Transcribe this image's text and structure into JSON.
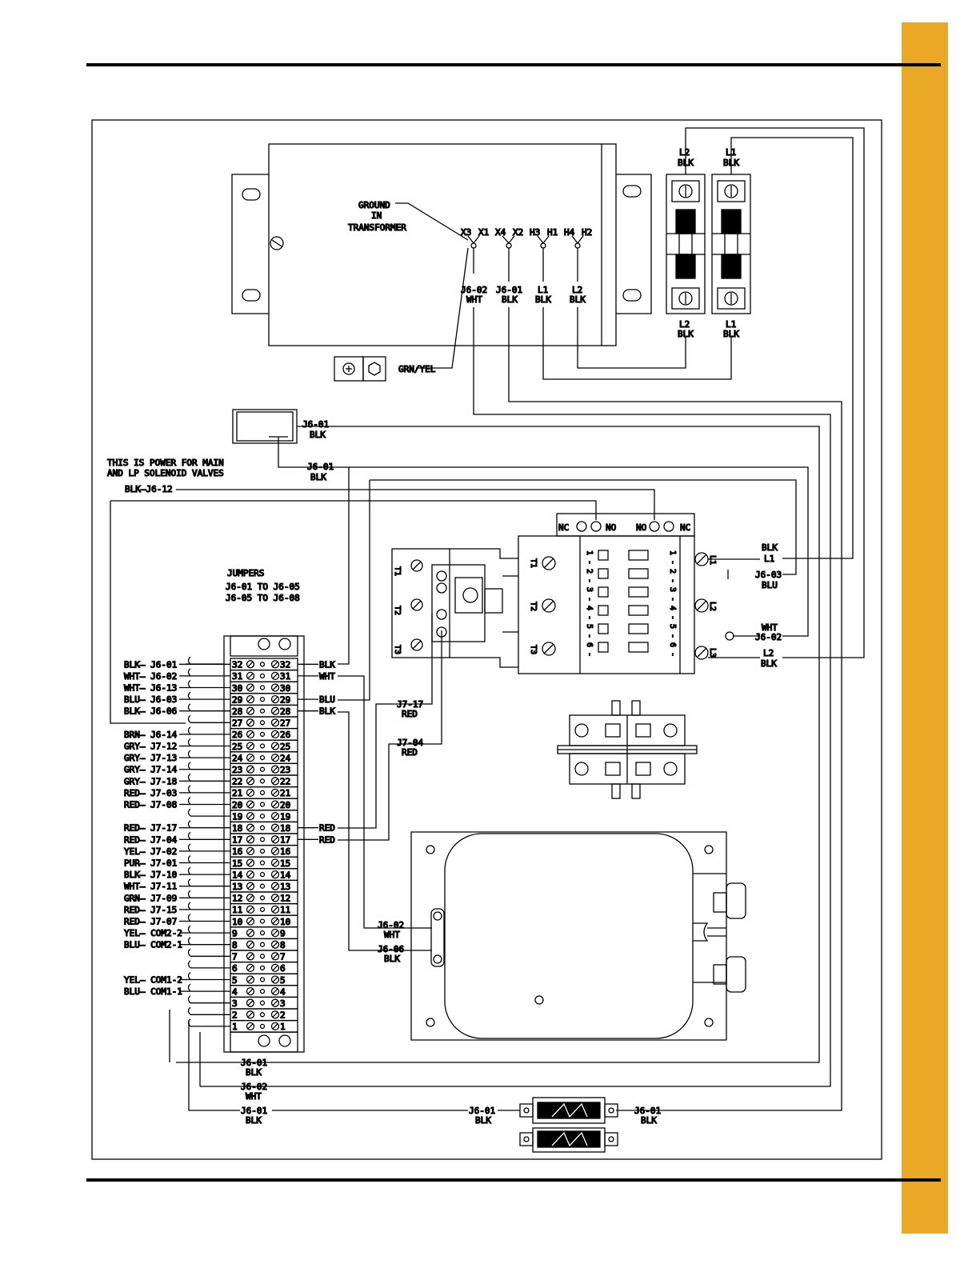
{
  "colors": {
    "tab": "#e9a926",
    "ink": "#000000",
    "paper": "#ffffff"
  },
  "transformer": {
    "ground_note": [
      "GROUND",
      "IN",
      "TRANSFORMER"
    ],
    "terminals": [
      "X3",
      "X1",
      "X4",
      "X2",
      "H3",
      "H1",
      "H4",
      "H2"
    ],
    "wires": [
      {
        "id": "J6-02",
        "color": "WHT"
      },
      {
        "id": "J6-01",
        "color": "BLK"
      },
      {
        "id": "L1",
        "color": "BLK"
      },
      {
        "id": "L2",
        "color": "BLK"
      }
    ],
    "ground_wire": "GRN/YEL"
  },
  "fuse_holders": {
    "left": {
      "top": [
        "L2",
        "BLK"
      ],
      "bottom": [
        "L2",
        "BLK"
      ]
    },
    "right": {
      "top": [
        "L1",
        "BLK"
      ],
      "bottom": [
        "L1",
        "BLK"
      ]
    }
  },
  "connector_top": {
    "label": [
      "J6-01",
      "BLK"
    ]
  },
  "connector_mid": {
    "label": [
      "J6-01",
      "BLK"
    ]
  },
  "power_note": [
    "THIS IS POWER FOR MAIN",
    "AND LP SOLENOID VALVES"
  ],
  "power_wire": "BLK—J6-12",
  "jumpers": [
    "JUMPERS",
    "J6-01  TO  J6-05",
    "J6-05  TO  J6-08"
  ],
  "contactor": {
    "top_contacts": [
      "NC",
      "NO",
      "NO",
      "NC"
    ],
    "coil_terminals": [
      "T1",
      "T2",
      "T3"
    ],
    "left_terminals": [
      "T1",
      "T2",
      "T3"
    ],
    "line_terminals": [
      "L1",
      "L2",
      "L3"
    ],
    "numbers_left": [
      "1 -",
      "2 -",
      "3 -",
      "4 -",
      "5 -",
      "6 -"
    ],
    "numbers_right": [
      "1 -",
      "2 -",
      "3 -",
      "4 -",
      "5 -",
      "6 -"
    ],
    "right_labels": {
      "l1": [
        "BLK",
        "L1"
      ],
      "j603": [
        "J6-03",
        "BLU"
      ],
      "j602": [
        "WHT",
        "J6-02"
      ],
      "l2": [
        "L2",
        "BLK"
      ]
    }
  },
  "terminal_strip": {
    "left_labels": [
      {
        "n": 32,
        "text": "BLK— J6-01"
      },
      {
        "n": 31,
        "text": "WHT— J6-02"
      },
      {
        "n": 30,
        "text": "WHT— J6-13"
      },
      {
        "n": 29,
        "text": "BLU— J6-03"
      },
      {
        "n": 28,
        "text": "BLK— J6-06"
      },
      {
        "n": 26,
        "text": "BRN— J6-14"
      },
      {
        "n": 25,
        "text": "GRY— J7-12"
      },
      {
        "n": 24,
        "text": "GRY— J7-13"
      },
      {
        "n": 23,
        "text": "GRY— J7-14"
      },
      {
        "n": 22,
        "text": "GRY— J7-18"
      },
      {
        "n": 21,
        "text": "RED— J7-03"
      },
      {
        "n": 20,
        "text": "RED— J7-08"
      },
      {
        "n": 18,
        "text": "RED— J7-17"
      },
      {
        "n": 17,
        "text": "RED— J7-04"
      },
      {
        "n": 16,
        "text": "YEL— J7-02"
      },
      {
        "n": 15,
        "text": "PUR— J7-01"
      },
      {
        "n": 14,
        "text": "BLK— J7-10"
      },
      {
        "n": 13,
        "text": "WHT— J7-11"
      },
      {
        "n": 12,
        "text": "GRN— J7-09"
      },
      {
        "n": 11,
        "text": "RED— J7-15"
      },
      {
        "n": 10,
        "text": "RED— J7-07"
      },
      {
        "n": 9,
        "text": "YEL— COM2-2"
      },
      {
        "n": 8,
        "text": "BLU— COM2-1"
      },
      {
        "n": 5,
        "text": "YEL— COM1-2"
      },
      {
        "n": 4,
        "text": "BLU— COM1-1"
      }
    ],
    "right_labels": [
      {
        "n": 32,
        "text": "BLK"
      },
      {
        "n": 31,
        "text": "WHT"
      },
      {
        "n": 29,
        "text": "BLU"
      },
      {
        "n": 28,
        "text": "BLK"
      },
      {
        "n": 18,
        "text": "RED"
      },
      {
        "n": 17,
        "text": "RED"
      }
    ],
    "numbers": [
      32,
      31,
      30,
      29,
      28,
      27,
      26,
      25,
      24,
      23,
      22,
      21,
      20,
      19,
      18,
      17,
      16,
      15,
      14,
      13,
      12,
      11,
      10,
      9,
      8,
      7,
      6,
      5,
      4,
      3,
      2,
      1
    ]
  },
  "mid_labels": {
    "j717": [
      "J7-17",
      "RED"
    ],
    "j704": [
      "J7-04",
      "RED"
    ]
  },
  "ignition": {
    "j602": [
      "J6-02",
      "WHT"
    ],
    "j606": [
      "J6-06",
      "BLK"
    ]
  },
  "bottom_labels": {
    "a": [
      "J6-01",
      "BLK"
    ],
    "b": [
      "J6-02",
      "WHT"
    ],
    "c": [
      "J6-01",
      "BLK"
    ],
    "fuse_left": [
      "J6-01",
      "BLK"
    ],
    "fuse_right": [
      "J6-01",
      "BLK"
    ]
  }
}
